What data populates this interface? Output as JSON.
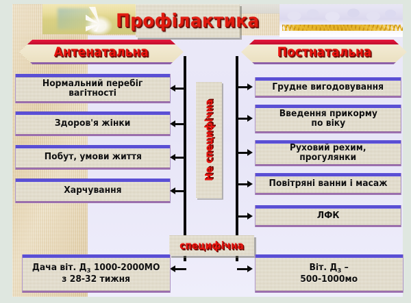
{
  "slide": {
    "title": "Профілактика",
    "branches": {
      "left_label": "Антенатальна",
      "right_label": "Постнатальна"
    },
    "center_vertical_label": "Не специфічна",
    "center_bottom_label": "специфічна"
  },
  "antenatal_items": [
    {
      "line1": "Нормальний перебіг",
      "line2": "вагітності"
    },
    {
      "line1": "Здоров'я жінки",
      "line2": ""
    },
    {
      "line1": "Побут, умови життя",
      "line2": ""
    },
    {
      "line1": "Харчування",
      "line2": ""
    }
  ],
  "postnatal_items": [
    {
      "line1": "Грудне вигодовування",
      "line2": ""
    },
    {
      "line1": "Введення прикорму",
      "line2": "по віку"
    },
    {
      "line1": "Руховий рехим,",
      "line2": "прогулянки"
    },
    {
      "line1": "Повітряні ванни і масаж",
      "line2": ""
    },
    {
      "line1": "ЛФК",
      "line2": ""
    }
  ],
  "specific_items": {
    "left": {
      "line1_a": "Дача віт. Д",
      "line1_sub": "3",
      "line1_b": " 1000-2000МО",
      "line2": "з 28-32 тижня"
    },
    "right": {
      "line1_a": "Віт. Д",
      "line1_sub": "3",
      "line1_b": " –",
      "line2": "500-1000мо"
    }
  },
  "colors": {
    "title_red": "#e01b10",
    "banner_crimson": "#c00f2e",
    "box_top_blue": "#5a4fd4",
    "box_bottom_purple": "#9b6fae",
    "page_border_green": "#dfe7e0",
    "content_lavender": "#ece9f8",
    "linen_beige": "#e4ddc6"
  }
}
